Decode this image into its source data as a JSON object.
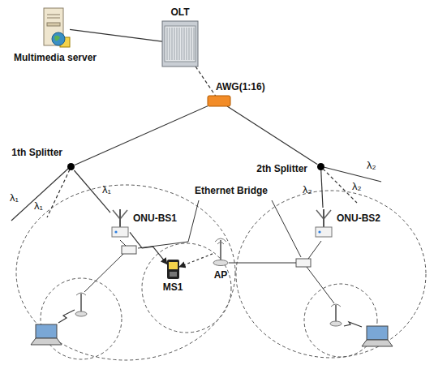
{
  "diagram": {
    "nodes": [
      {
        "text": [
          "Multimedia server"
        ]
      },
      {
        "text": [
          "OLT"
        ]
      },
      {
        "text": [
          "AWG(1:16)"
        ]
      },
      {
        "text": [
          "1th Splitter"
        ]
      },
      {
        "text": [
          "2th Splitter"
        ]
      },
      {
        "text": [
          "ONU-BS1"
        ]
      },
      {
        "text": [
          "ONU-BS2"
        ]
      },
      {
        "text": [
          "MS1"
        ]
      },
      {
        "text": [
          "AP"
        ]
      }
    ],
    "edges": [
      {
        "from": 0,
        "to": 1,
        "arrow": "none"
      },
      {
        "from": 1,
        "to": 2,
        "arrow": "none"
      },
      {
        "from": 2,
        "to": 3,
        "arrow": "none"
      },
      {
        "from": 2,
        "to": 4,
        "arrow": "none"
      },
      {
        "from": 3,
        "to": 5,
        "arrow": "none"
      },
      {
        "from": 4,
        "to": 6,
        "arrow": "none"
      },
      {
        "from": 5,
        "to": 7,
        "arrow": "to"
      },
      {
        "from": 8,
        "to": 7,
        "arrow": "to"
      }
    ],
    "labels": [
      "λ₁",
      "λ₁",
      "λ₁",
      "λ₂",
      "λ₂",
      "λ₂",
      "Ethernet Bridge"
    ]
  }
}
